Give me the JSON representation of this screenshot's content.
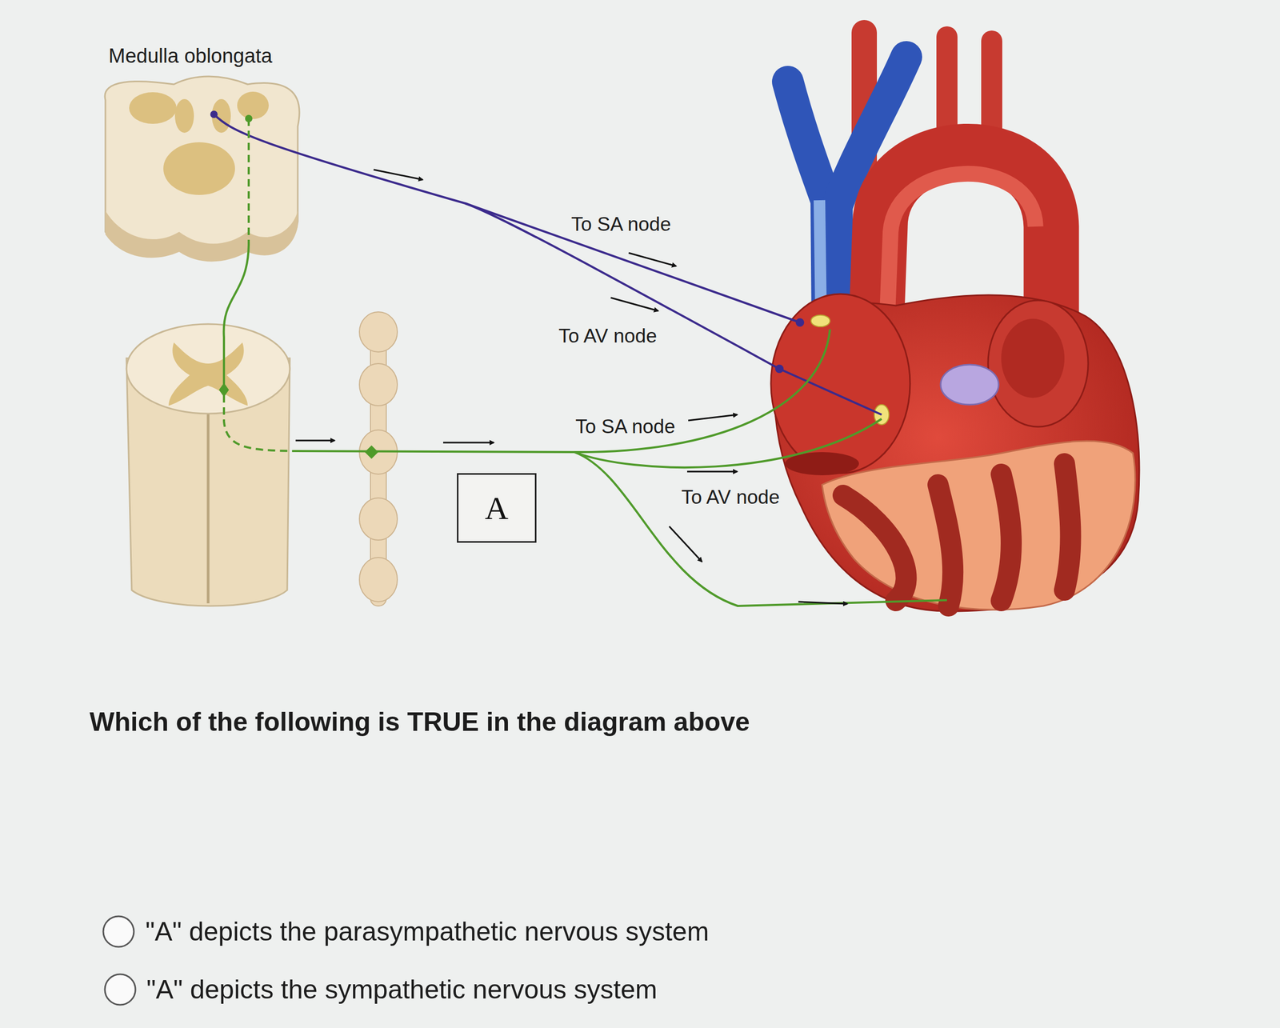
{
  "diagram": {
    "nodes": [
      {
        "text": [
          "A"
        ]
      }
    ],
    "labels": [
      "Medulla oblongata",
      "To SA node",
      "To AV node",
      "To SA node",
      "To AV node",
      "Which of the following is TRUE in the diagram above",
      "\"A\" depicts the parasympathetic nervous system",
      "\"A\" depicts the sympathetic nervous system"
    ]
  }
}
